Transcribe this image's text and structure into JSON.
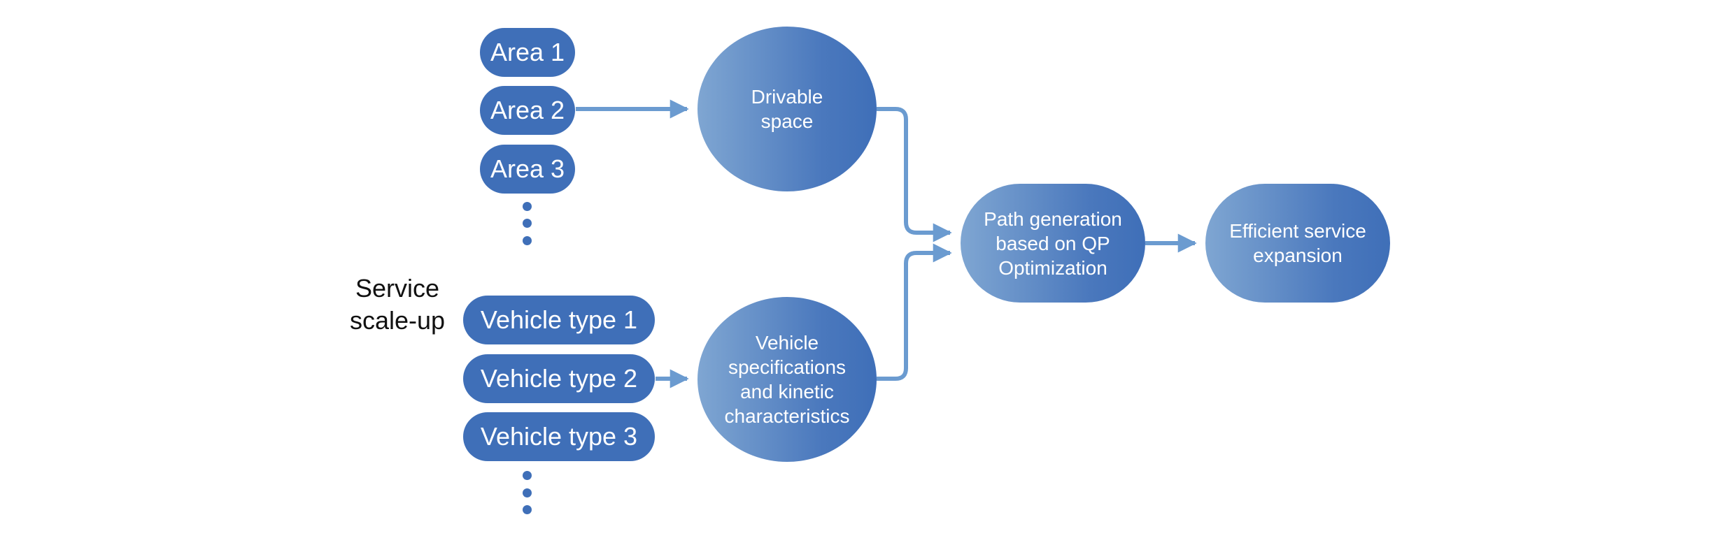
{
  "diagram": {
    "side_label": "Service\nscale-up",
    "areas": [
      "Area 1",
      "Area 2",
      "Area 3"
    ],
    "vehicle_types": [
      "Vehicle type 1",
      "Vehicle type 2",
      "Vehicle type 3"
    ],
    "drivable_space": "Drivable\nspace",
    "vehicle_specs": "Vehicle\nspecifications\nand kinetic\ncharacteristics",
    "path_generation": "Path generation\nbased on QP\nOptimization",
    "efficient_service": "Efficient service\nexpansion"
  },
  "colors": {
    "pill_fill": "#3f6fb8",
    "gradient_light": "#7fa6d2",
    "gradient_dark": "#3f6fb8",
    "connector": "#6b9bd0"
  }
}
